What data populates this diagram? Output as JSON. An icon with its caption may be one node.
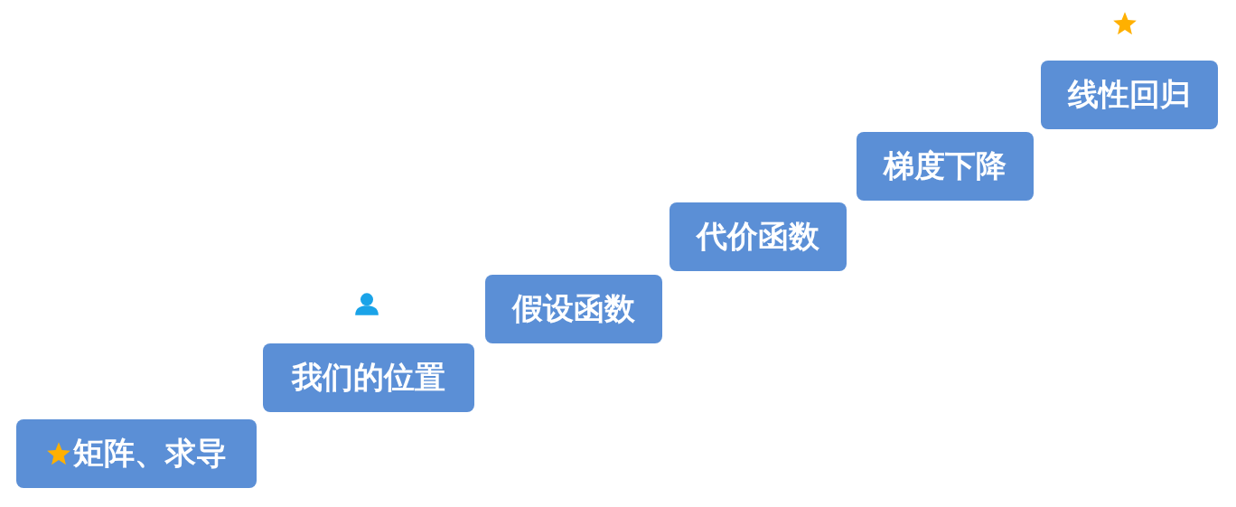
{
  "diagram": {
    "nodes": [
      {
        "text": [
          "矩阵、求导"
        ]
      },
      {
        "text": [
          "我们的位置"
        ]
      },
      {
        "text": [
          "假设函数"
        ]
      },
      {
        "text": [
          "代价函数"
        ]
      },
      {
        "text": [
          "梯度下降"
        ]
      },
      {
        "text": [
          "线性回归"
        ]
      }
    ]
  }
}
